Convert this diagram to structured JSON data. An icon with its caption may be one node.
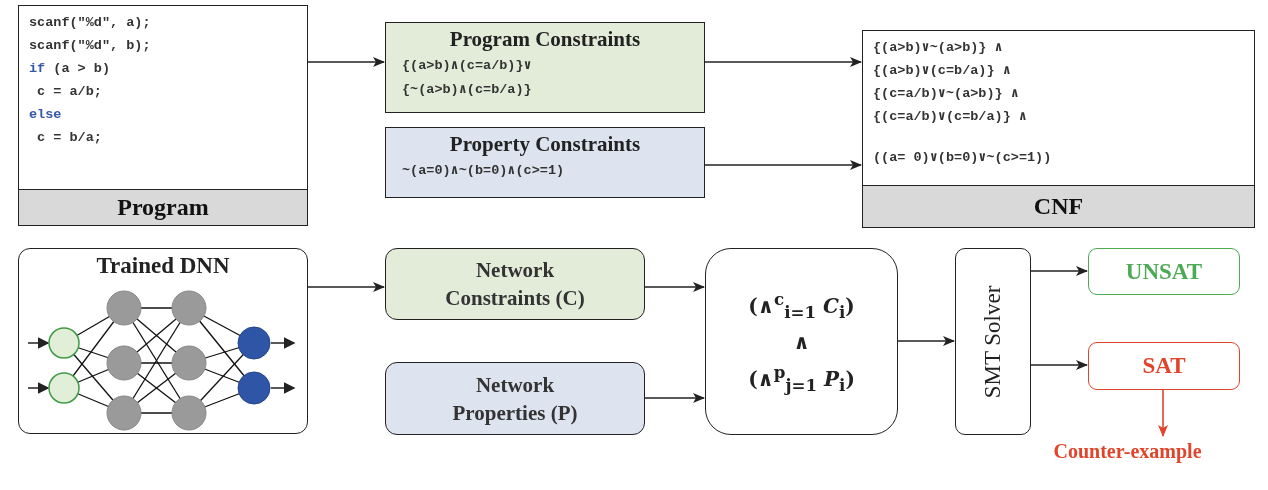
{
  "diagram": {
    "nodes": [
      {
        "text": [
          "scanf(\"%d\", a);",
          "scanf(\"%d\", b);",
          "if (a > b)",
          "c = a/b;",
          "else",
          "c = b/a;",
          "Program"
        ]
      },
      {
        "text": [
          "Program Constraints",
          "{(a>b)∧(c=a/b)}∨ {~(a>b)∧(c=b/a)}"
        ]
      },
      {
        "text": [
          "Property Constraints",
          "~(a=0)∧~(b=0)∧(c>=1)"
        ]
      },
      {
        "text": [
          "{(a>b)∨~(a>b)} ∧",
          "{(a>b)∨(c=b/a)} ∧",
          "{(c=a/b)∨~(a>b)} ∧",
          "{(c=a/b)∨(c=b/a)} ∧",
          "((a= 0)∨(b=0)∨~(c>=1))",
          "CNF"
        ]
      },
      {
        "text": [
          "Trained DNN"
        ]
      },
      {
        "text": [
          "Network Constraints (C)"
        ]
      },
      {
        "text": [
          "Network Properties (P)"
        ]
      },
      {
        "text": [
          "(∧$^{c}$$_{i=1}$ *C*$_{i}$)",
          "∧",
          "(∧$^{p}$$_{j=1}$ *P*$_{i}$)"
        ]
      },
      {
        "text": [
          "SMT Solver"
        ]
      },
      {
        "text": [
          "UNSAT"
        ]
      },
      {
        "text": [
          "SAT"
        ]
      },
      {
        "text": [
          "Counter-example"
        ]
      }
    ],
    "edges": [
      {
        "from": 0,
        "to": 1,
        "arrow": "to"
      },
      {
        "from": 1,
        "to": 3,
        "arrow": "to"
      },
      {
        "from": 2,
        "to": 3,
        "arrow": "to"
      },
      {
        "from": 4,
        "to": 5,
        "arrow": "to"
      },
      {
        "from": 5,
        "to": 7,
        "arrow": "to"
      },
      {
        "from": 6,
        "to": 7,
        "arrow": "to"
      },
      {
        "from": 7,
        "to": 8,
        "arrow": "to"
      },
      {
        "from": 8,
        "to": 9,
        "arrow": "to"
      },
      {
        "from": 8,
        "to": 10,
        "arrow": "to"
      },
      {
        "from": 10,
        "to": 11,
        "arrow": "to",
        "color": "#e0442a"
      }
    ]
  }
}
